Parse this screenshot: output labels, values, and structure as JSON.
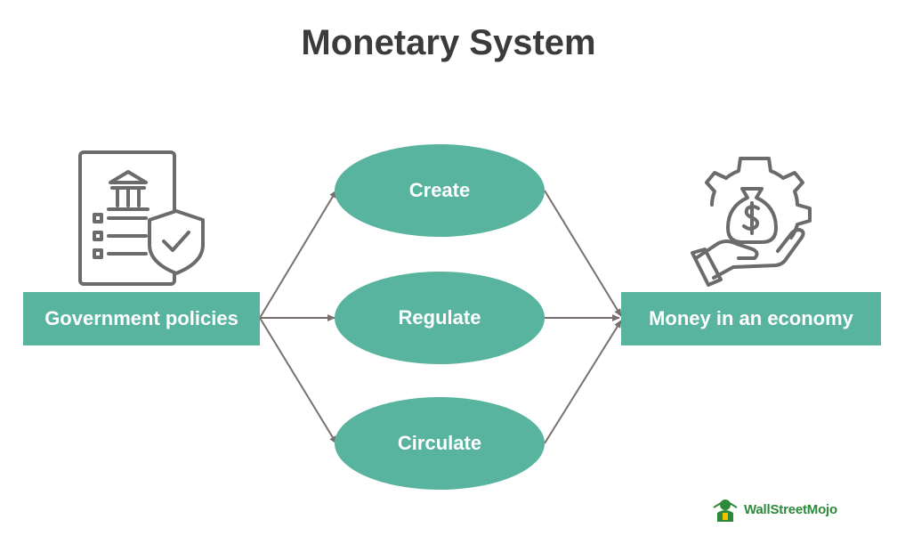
{
  "title": "Monetary System",
  "nodes": {
    "source": "Government policies",
    "target": "Money in an economy",
    "actions": [
      "Create",
      "Regulate",
      "Circulate"
    ]
  },
  "brand": "WallStreetMojo",
  "colors": {
    "node_fill": "#58b39f",
    "text_on_node": "#ffffff",
    "title": "#3b3b3b",
    "arrow": "#7a6f6f",
    "icon_stroke": "#6b6b6b",
    "brand": "#2c8a3a"
  },
  "icons": [
    "government-policy-document-icon",
    "money-bag-gear-hand-icon",
    "wallstreetmojo-logo-icon"
  ]
}
